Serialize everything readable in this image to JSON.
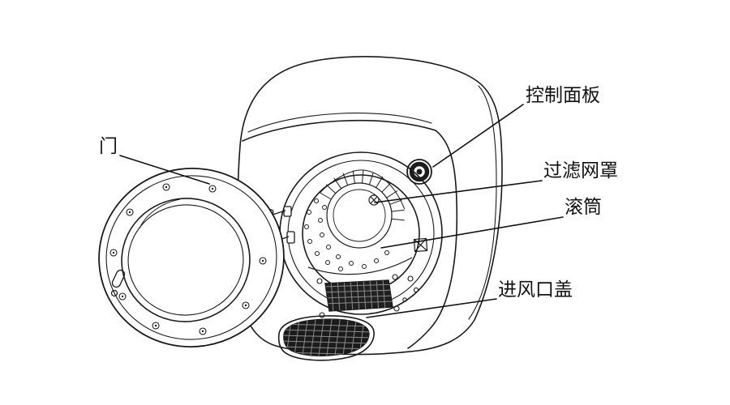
{
  "diagram": {
    "type": "parts-diagram",
    "subject": "clothes-dryer-exploded-view",
    "background": "#ffffff",
    "line_color": "#1a1a1a",
    "dark_fill": "#1b1b1b"
  },
  "labels": [
    {
      "id": "door",
      "text": "门"
    },
    {
      "id": "control-panel",
      "text": "控制面板"
    },
    {
      "id": "filter-cover",
      "text": "过滤网罩"
    },
    {
      "id": "drum",
      "text": "滚筒"
    },
    {
      "id": "air-inlet-cover",
      "text": "进风口盖"
    }
  ]
}
